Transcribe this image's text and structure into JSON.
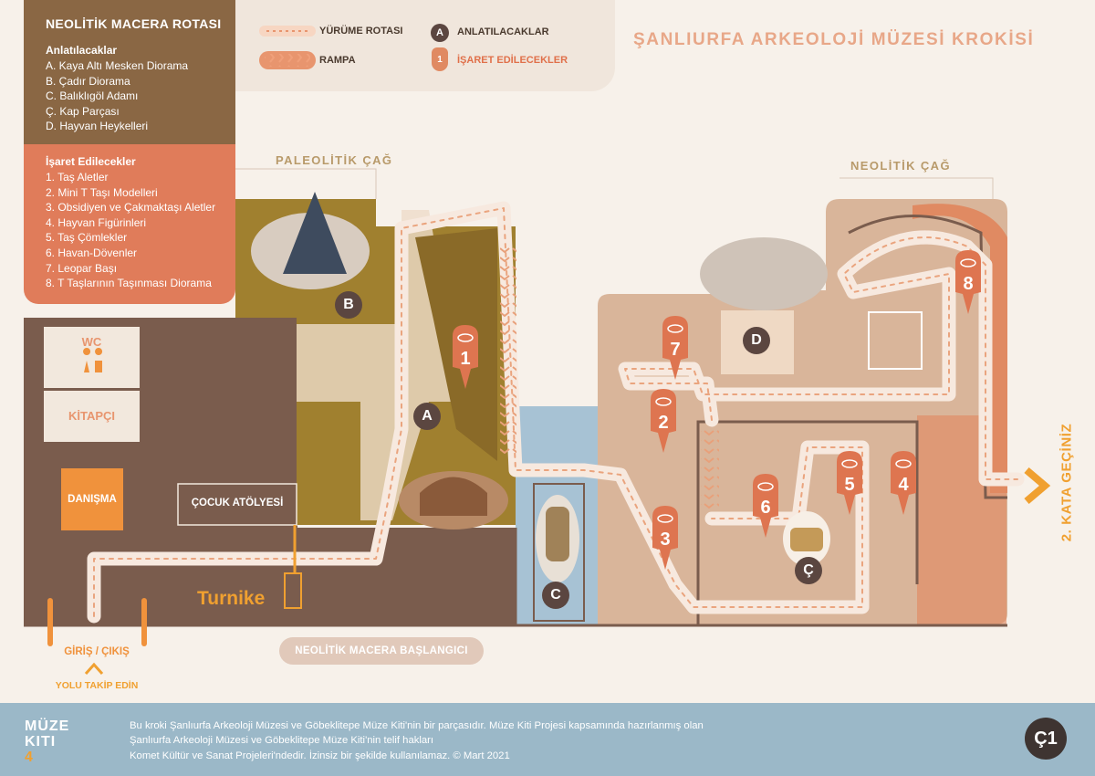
{
  "route_panel": {
    "title": "NEOLİTİK MACERA ROTASI",
    "narrated_heading": "Anlatılacaklar",
    "narrated_items": [
      "A. Kaya Altı Mesken Diorama",
      "B. Çadır Diorama",
      "C. Balıklıgöl Adamı",
      "Ç. Kap Parçası",
      "D. Hayvan Heykelleri"
    ],
    "marked_heading": "İşaret Edilecekler",
    "marked_items": [
      "1. Taş Aletler",
      "2. Mini T Taşı Modelleri",
      "3. Obsidiyen ve Çakmaktaşı Aletler",
      "4. Hayvan Figürinleri",
      "5. Taş Çömlekler",
      "6. Havan-Dövenler",
      "7. Leopar Başı",
      "8. T Taşlarının Taşınması Diorama"
    ]
  },
  "legend": {
    "walking_route": "YÜRÜME ROTASI",
    "ramp": "RAMPA",
    "narrated": "ANLATILACAKLAR",
    "narrated_symbol": "A",
    "marked": "İŞARET EDİLECEKLER",
    "marked_symbol": "1"
  },
  "page_title": "ŞANLIURFA ARKEOLOJİ MÜZESİ KROKİSİ",
  "sections": {
    "paleolithic": "PALEOLİTİK ÇAĞ",
    "neolithic": "NEOLİTİK ÇAĞ"
  },
  "rooms": {
    "wc": "WC",
    "bookstore": "KİTAPÇI",
    "info": "DANIŞMA",
    "kids_workshop": "ÇOCUK ATÖLYESİ"
  },
  "turnstile": "Turnike",
  "entrance": "GİRİŞ / ÇIKIŞ",
  "follow": "YOLU TAKİP EDİN",
  "start": "NEOLİTİK MACERA BAŞLANGICI",
  "next_floor": "2. KATA GEÇİNİZ",
  "narrated_markers": [
    "A",
    "B",
    "C",
    "Ç",
    "D"
  ],
  "marked_markers": [
    "1",
    "2",
    "3",
    "4",
    "5",
    "6",
    "7",
    "8"
  ],
  "footer": {
    "brand_line1": "MÜZE",
    "brand_line2": "KITI",
    "brand_number": "4",
    "copyright_lines": [
      "Bu kroki Şanlıurfa Arkeoloji Müzesi ve Göbeklitepe Müze Kiti'nin bir parçasıdır. Müze Kiti Projesi kapsamında hazırlanmış olan",
      "Şanlıurfa Arkeoloji Müzesi ve Göbeklitepe Müze Kiti'nin telif hakları",
      "Komet Kültür ve Sanat Projeleri'ndedir. İzinsiz bir şekilde kullanılamaz. © Mart 2021"
    ],
    "badge": "Ç1"
  },
  "colors": {
    "background": "#f7f1ea",
    "dark_brown": "#7a5c4d",
    "olive": "#a0802f",
    "tan": "#d9b59a",
    "salmon": "#e08a62",
    "route": "#f7e9df",
    "orange": "#f0923c",
    "blue": "#a7c2d4",
    "marker": "#de7550"
  }
}
